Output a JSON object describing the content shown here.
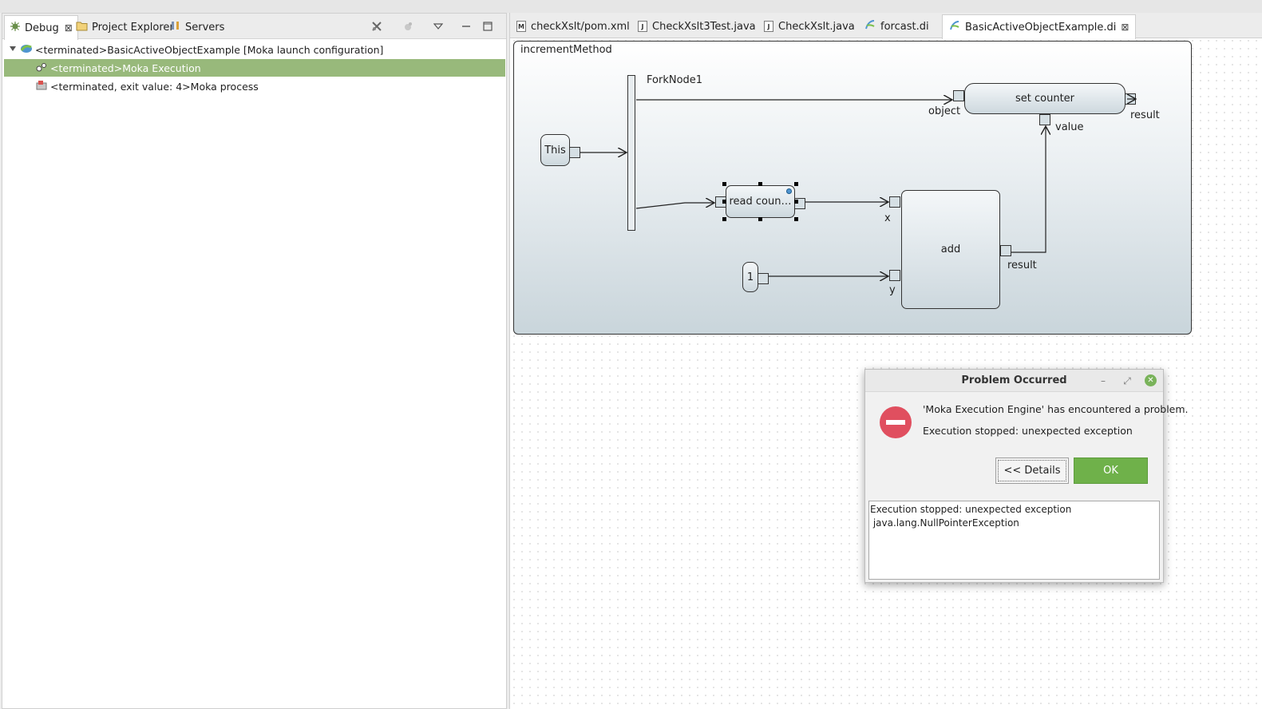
{
  "left_panel": {
    "tabs": [
      {
        "label": "Debug",
        "close": "⊠"
      },
      {
        "label": "Project Explorer"
      },
      {
        "label": "Servers"
      }
    ],
    "tree": [
      {
        "label": "<terminated>BasicActiveObjectExample [Moka launch configuration]",
        "icon": "launch-config-icon"
      },
      {
        "label": "<terminated>Moka Execution",
        "icon": "execution-thread-icon",
        "selected": true
      },
      {
        "label": "<terminated, exit value: 4>Moka process",
        "icon": "process-icon"
      }
    ],
    "selection_color": "#98b97b"
  },
  "editor": {
    "tabs": [
      {
        "label": "checkXslt/pom.xml",
        "icon_glyph": "M"
      },
      {
        "label": "CheckXslt3Test.java",
        "icon_glyph": "J"
      },
      {
        "label": "CheckXslt.java",
        "icon_glyph": "J"
      },
      {
        "label": "forcast.di",
        "icon_glyph": "di"
      },
      {
        "label": "BasicActiveObjectExample.di",
        "icon_glyph": "di",
        "active": true,
        "close": "⊠"
      }
    ]
  },
  "diagram": {
    "activity_name": "incrementMethod",
    "fork_node": "ForkNode1",
    "this_node": "This",
    "read_node": "read coun…",
    "set_node": "set counter",
    "add_node": "add",
    "literal_node": "1",
    "pins": {
      "object": "object",
      "value": "value",
      "set_result": "result",
      "x": "x",
      "y": "y",
      "add_result": "result"
    }
  },
  "dialog": {
    "title": "Problem Occurred",
    "message": "'Moka Execution Engine' has encountered a problem.",
    "reason": "Execution stopped: unexpected exception",
    "details_button": "<< Details",
    "ok_button": "OK",
    "details_text": "Execution stopped: unexpected exception\n java.lang.NullPointerException",
    "ok_color": "#6fb14a",
    "error_color": "#e04f5f"
  }
}
